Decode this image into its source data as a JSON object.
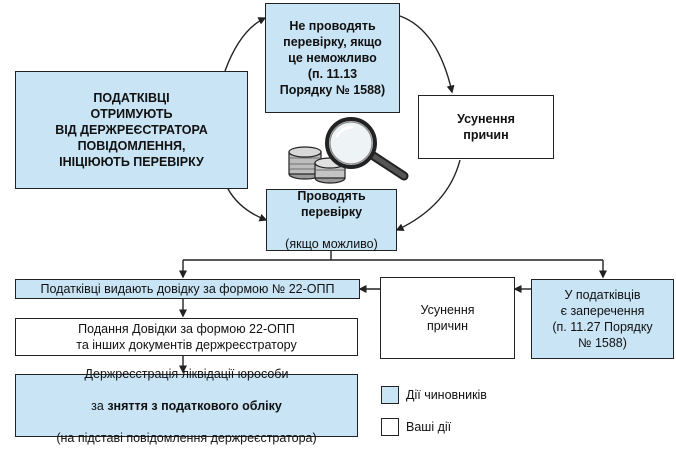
{
  "colors": {
    "official": "#c9e4f5",
    "yours": "#ffffff",
    "line": "#222222"
  },
  "boxes": {
    "initiate": "ПОДАТКІВЦІ\nОТРИМУЮТЬ\nВІД ДЕРЖРЕЄСТРАТОРА\nПОВІДОМЛЕННЯ,\nІНІЦІЮЮТЬ ПЕРЕВІРКУ",
    "no_check": "Не проводять\nперевірку, якщо\nце неможливо\n(п. 11.13\nПорядку № 1588)",
    "fix_top": "Усунення\nпричин",
    "conduct_bold": "Проводять\nперевірку",
    "conduct_plain": "(якщо можливо)",
    "certificate": "Податківці видають довідку за формою № 22-ОПП",
    "submit": "Подання Довідки за формою 22-ОПП\nта інших документів держреєстратору",
    "registration_line1": "Держреєстрація ліквідації юрособи",
    "registration_prefix": "за ",
    "registration_bold": "зняття з податкового обліку",
    "registration_line3": "(на підставі повідомлення держреєстратора)",
    "fix_bottom": "Усунення\nпричин",
    "objections": "У податківців\nє заперечення\n(п. 11.27 Порядку\n№ 1588)"
  },
  "legend": {
    "official": "Дії чиновників",
    "yours": "Ваші дії"
  }
}
